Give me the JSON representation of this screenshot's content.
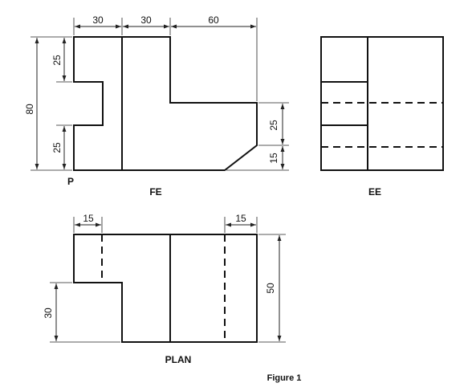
{
  "views": {
    "front": {
      "label": "FE",
      "point_label": "P",
      "dims": {
        "top_left": "30",
        "top_mid": "30",
        "top_right": "60",
        "height_total": "80",
        "left_top": "25",
        "left_bottom": "25",
        "right_upper": "25",
        "right_lower": "15"
      }
    },
    "end": {
      "label": "EE"
    },
    "plan": {
      "label": "PLAN",
      "dims": {
        "top_left": "15",
        "top_right": "15",
        "left_height": "30",
        "right_height": "50"
      }
    }
  },
  "figure_caption": "Figure 1"
}
